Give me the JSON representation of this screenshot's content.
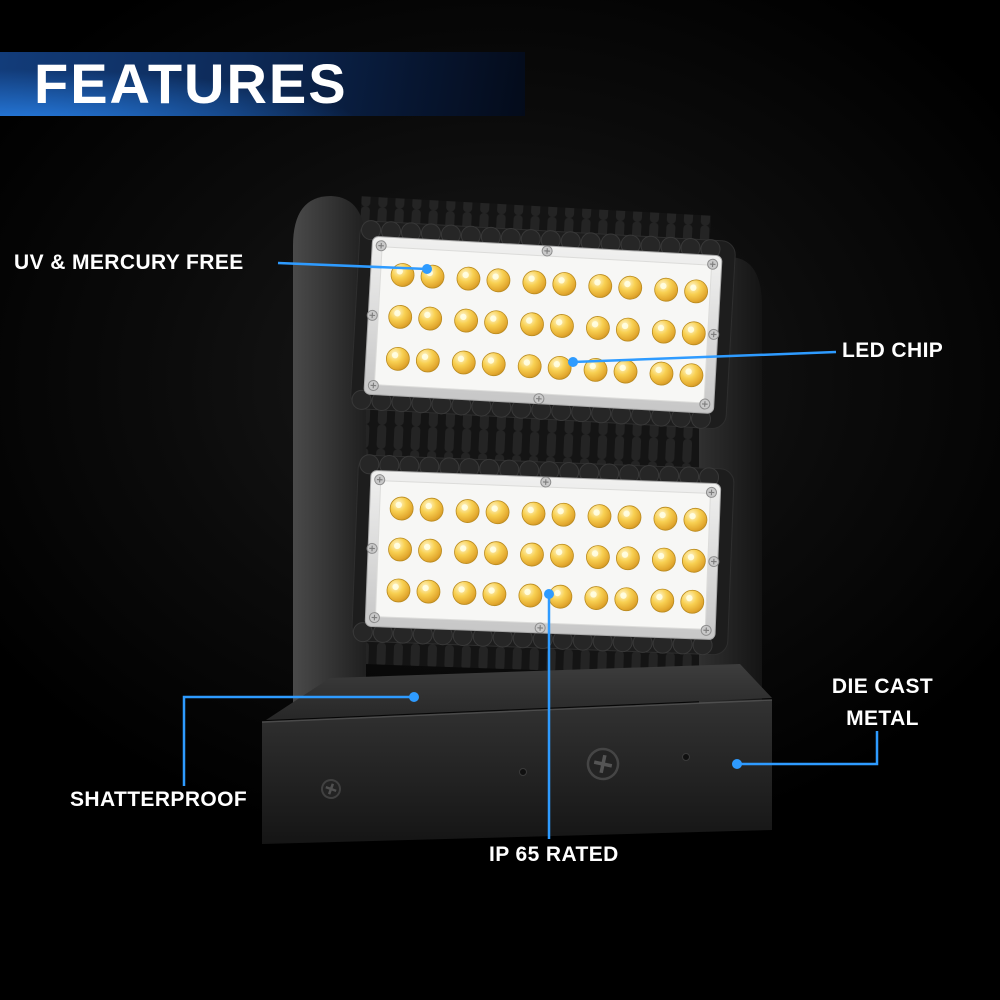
{
  "header": {
    "title": "FEATURES"
  },
  "callouts": [
    {
      "id": "uv-mercury-free",
      "label": "UV & MERCURY FREE"
    },
    {
      "id": "led-chip",
      "label": "LED CHIP"
    },
    {
      "id": "die-cast-metal",
      "label": "DIE CAST METAL"
    },
    {
      "id": "shatterproof",
      "label": "SHATTERPROOF"
    },
    {
      "id": "ip65-rated",
      "label": "IP 65 RATED"
    }
  ],
  "colors": {
    "accent_blue": "#2E9BFF",
    "banner_blue": "#1D7AE0",
    "led_amber": "#F2C23E",
    "background": "#000000"
  }
}
